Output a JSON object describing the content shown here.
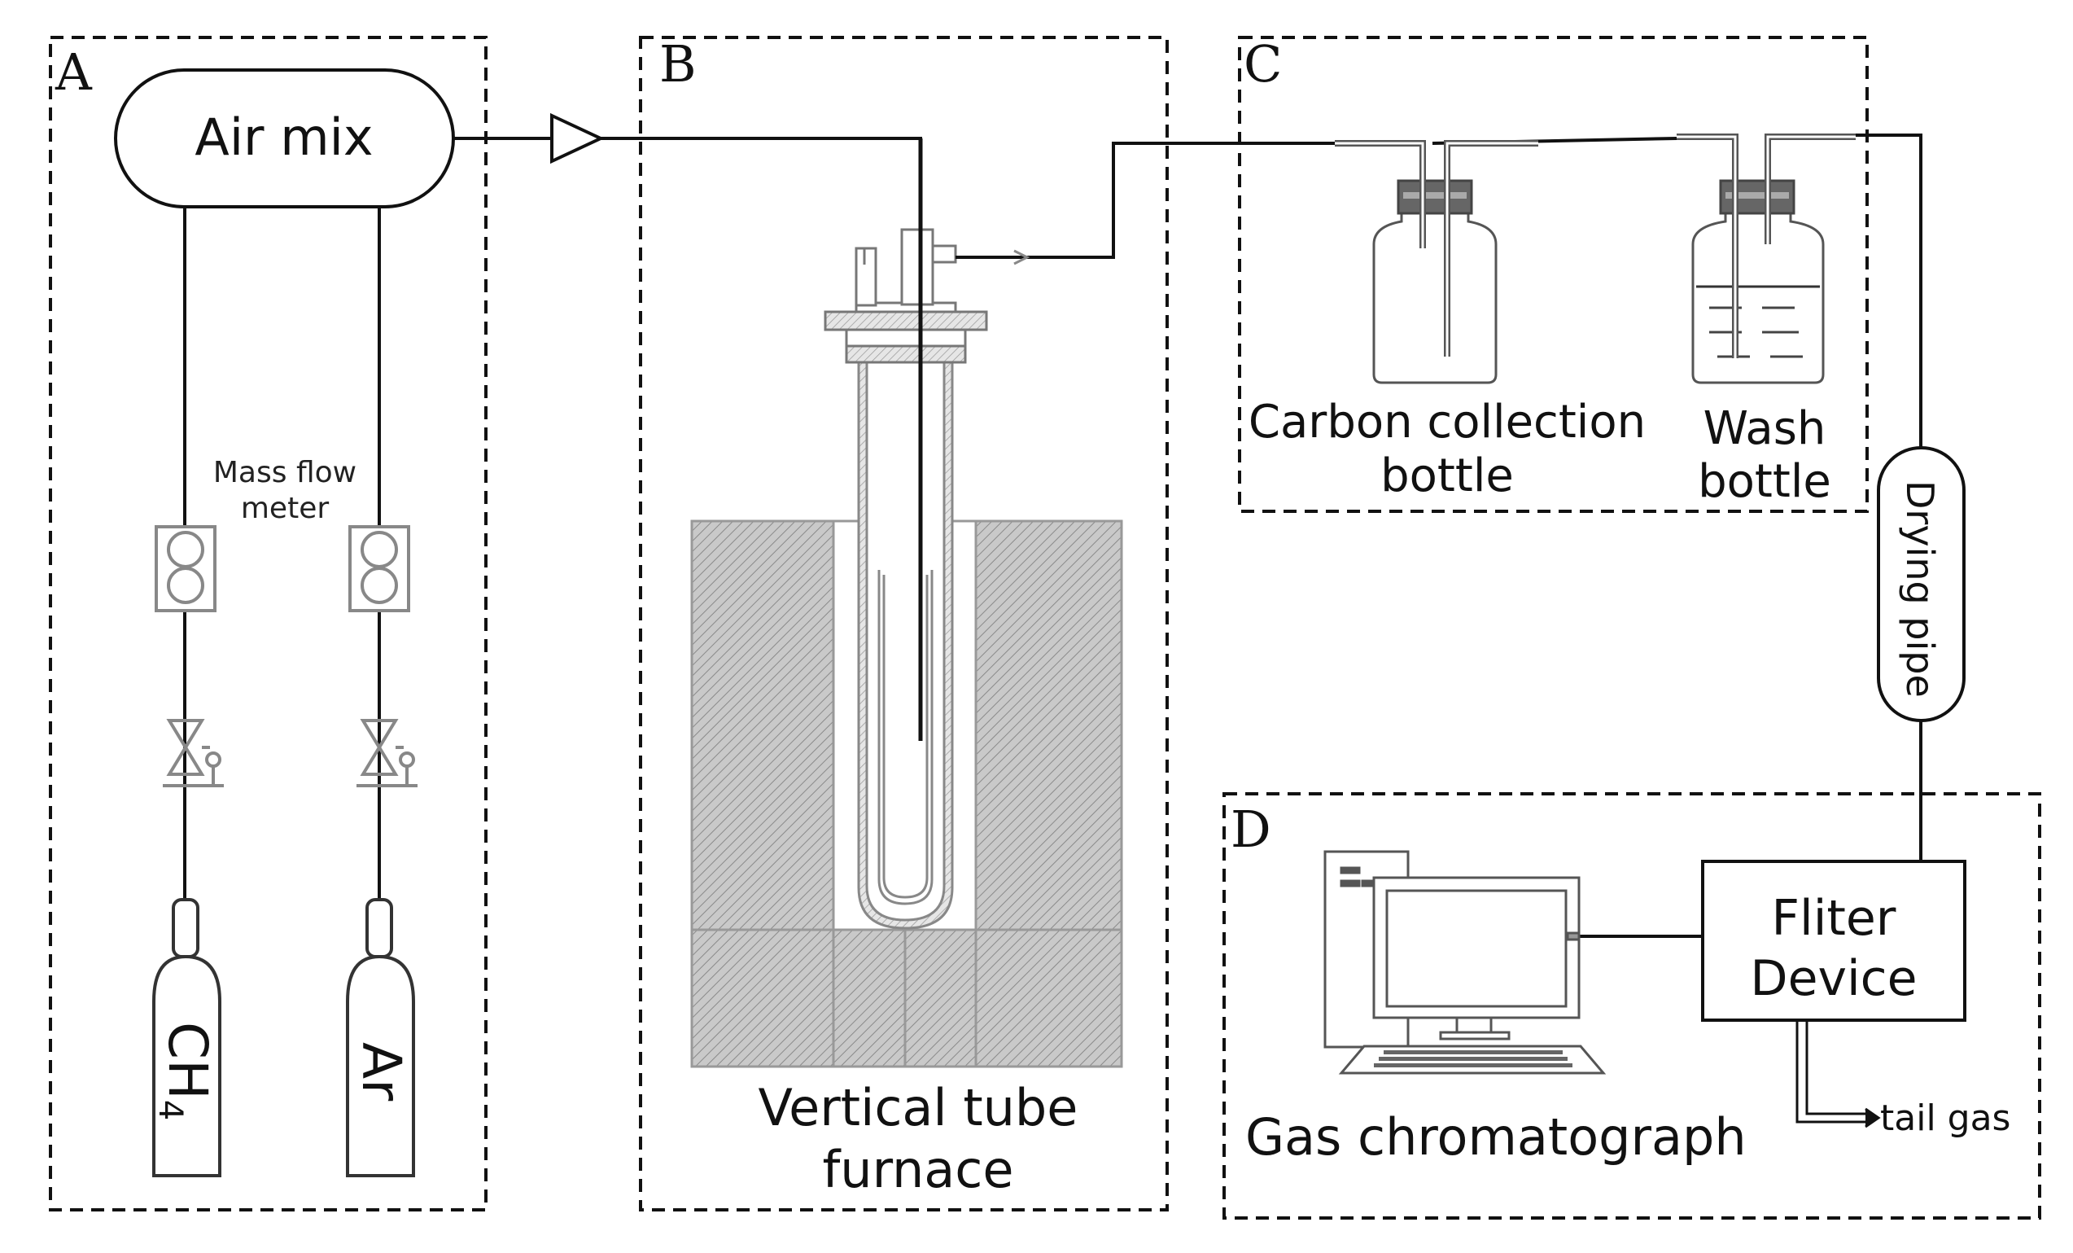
{
  "sections": {
    "a": {
      "label": "A"
    },
    "b": {
      "label": "B"
    },
    "c": {
      "label": "C"
    },
    "d": {
      "label": "D"
    }
  },
  "components": {
    "air_mix": "Air mix",
    "mass_flow_meter": {
      "line1": "Mass flow",
      "line2": "meter"
    },
    "cylinder_ch4": {
      "main": "CH",
      "sub": "4"
    },
    "cylinder_ar": "Ar",
    "furnace": {
      "line1": "Vertical tube",
      "line2": "furnace"
    },
    "carbon_bottle": {
      "line1": "Carbon collection",
      "line2": "bottle"
    },
    "wash_bottle": {
      "line1": "Wash",
      "line2": "bottle"
    },
    "drying_pipe": "Drying pipe",
    "filter_device": {
      "line1": "Fliter",
      "line2": "Device"
    },
    "tail_gas": "tail gas",
    "gas_chromatograph": "Gas chromatograph"
  }
}
